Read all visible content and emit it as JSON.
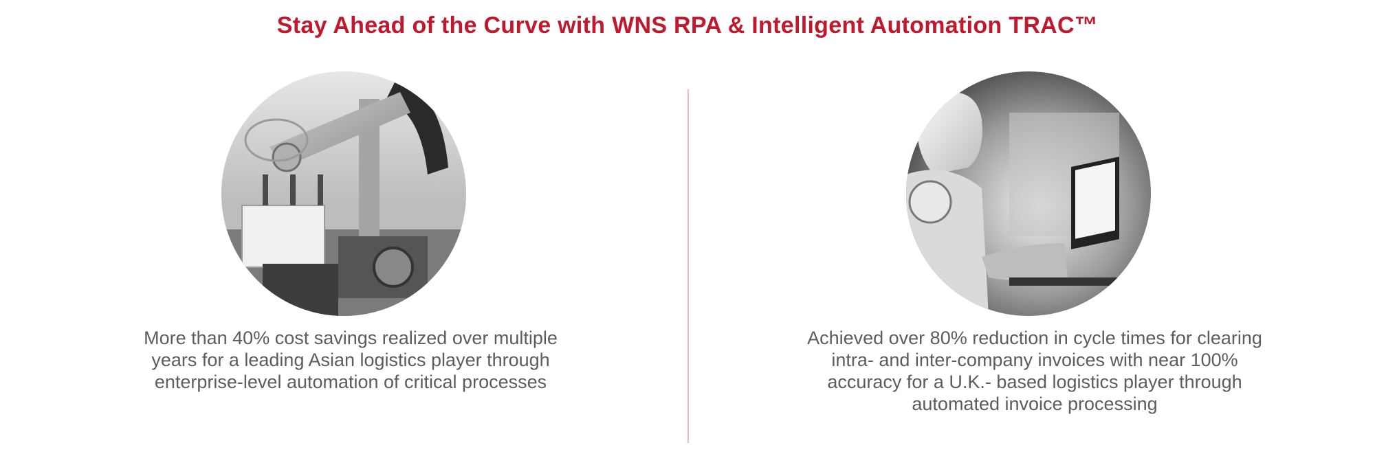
{
  "header": {
    "title": "Stay Ahead of the Curve with WNS RPA & Intelligent Automation TRAC™"
  },
  "cases": [
    {
      "image": "robotic-arm-packaging-photo",
      "caption_lines": [
        "More than 40% cost savings realized over multiple",
        "years for a leading  Asian logistics player through",
        "enterprise-level automation of critical processes"
      ]
    },
    {
      "image": "humanoid-robot-laptop-photo",
      "caption_lines": [
        "Achieved over 80% reduction in cycle times for clearing",
        "intra- and inter-company invoices with near 100%",
        "accuracy for a U.K.- based logistics player through",
        "automated invoice processing"
      ]
    }
  ],
  "colors": {
    "accent": "#c0192e",
    "divider": "#e8b9c2",
    "text": "#5c5c5c"
  }
}
